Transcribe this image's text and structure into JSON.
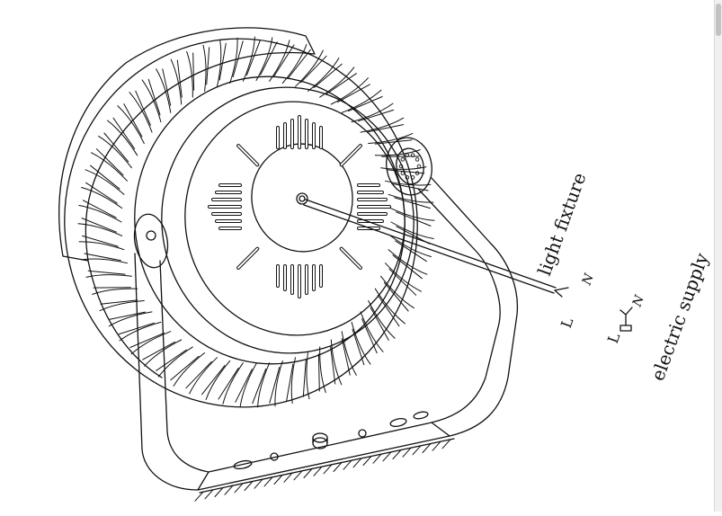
{
  "labels": {
    "light_fixture": "light fixture",
    "electric_supply": "electric supply",
    "fixture_l": "L",
    "fixture_n": "N",
    "supply_l": "L",
    "supply_n": "N"
  },
  "colors": {
    "line": "#111111",
    "background": "#ffffff"
  },
  "icons": {
    "ground": "ground-hatch-icon",
    "plug": "plug-icon"
  }
}
